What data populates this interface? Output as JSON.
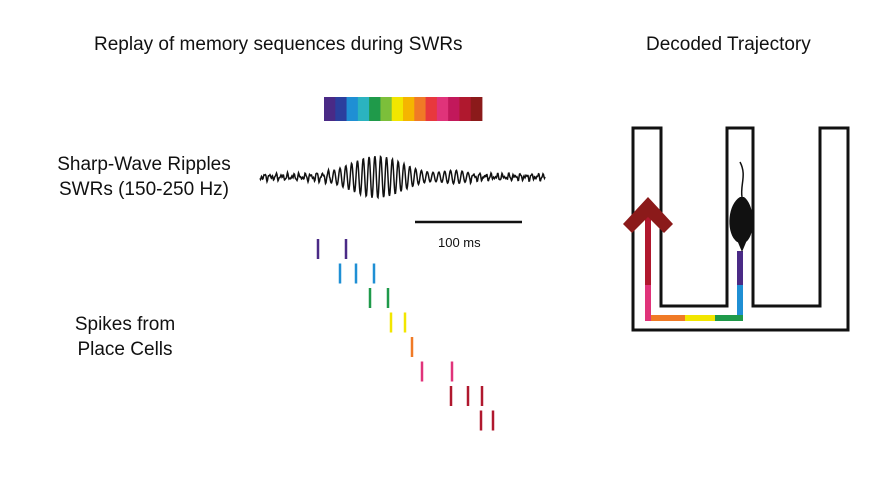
{
  "titles": {
    "left": "Replay of memory sequences during SWRs",
    "right": "Decoded Trajectory"
  },
  "labels": {
    "swr_line1": "Sharp-Wave Ripples",
    "swr_line2": "SWRs (150-250 Hz)",
    "spikes_line1": "Spikes from",
    "spikes_line2": "Place Cells",
    "scale_bar": "100 ms"
  },
  "colors": {
    "sequence": [
      "#4a2a86",
      "#2b3f9e",
      "#1f8fd4",
      "#2bb3c0",
      "#1f9a4a",
      "#7cbf3a",
      "#f2e600",
      "#f5b500",
      "#f07a26",
      "#e8383d",
      "#e0337a",
      "#c2185b",
      "#b0182e",
      "#8b1a1a"
    ],
    "arrow": "#8b1a1a",
    "maze": "#111111"
  },
  "spike_rows": [
    {
      "color": "#4a2a86",
      "times": [
        318,
        346
      ]
    },
    {
      "color": "#1f8fd4",
      "times": [
        340,
        356,
        374
      ]
    },
    {
      "color": "#1f9a4a",
      "times": [
        370,
        388
      ]
    },
    {
      "color": "#f2e600",
      "times": [
        391,
        405
      ]
    },
    {
      "color": "#f07a26",
      "times": [
        412
      ]
    },
    {
      "color": "#e0337a",
      "times": [
        422,
        452
      ]
    },
    {
      "color": "#b0182e",
      "times": [
        451,
        468,
        482
      ]
    },
    {
      "color": "#b0182e",
      "times": [
        481,
        493
      ]
    }
  ]
}
